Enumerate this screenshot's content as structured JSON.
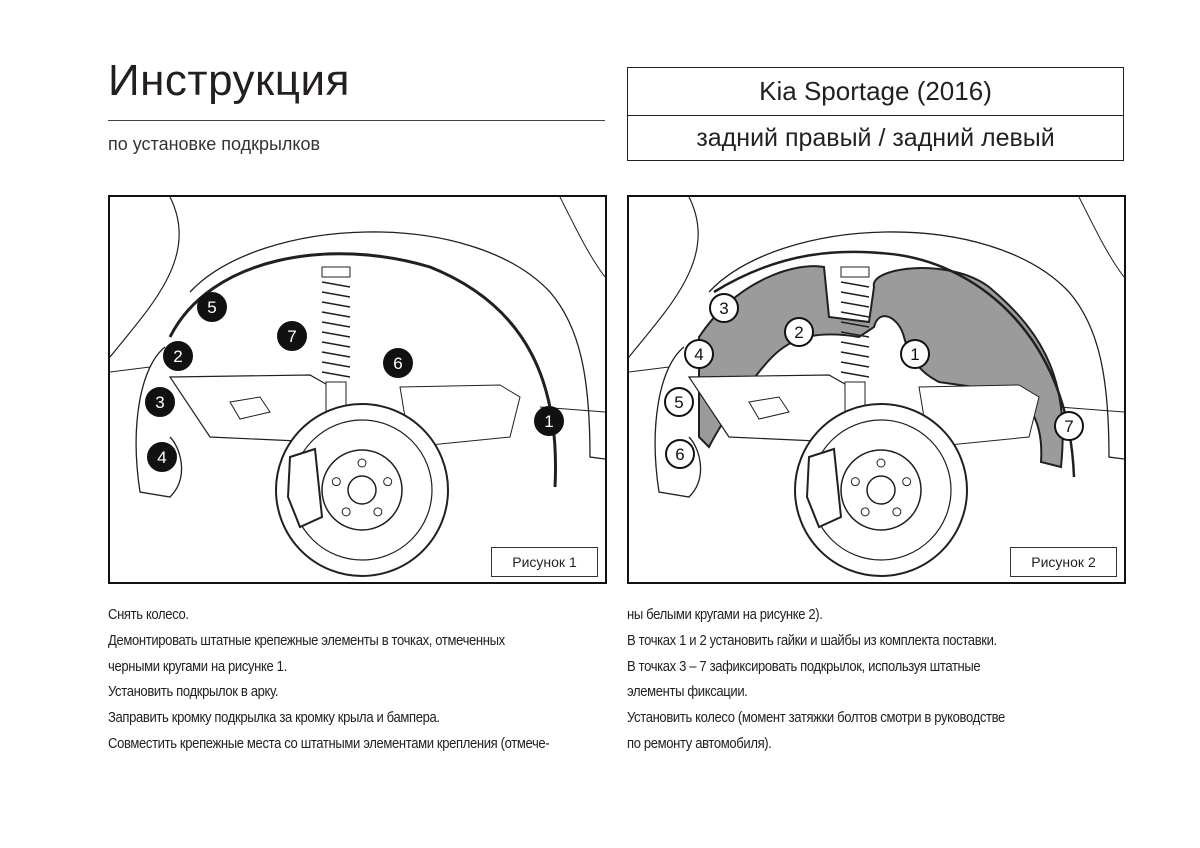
{
  "header": {
    "title": "Инструкция",
    "subtitle": "по установке подкрылков"
  },
  "model": {
    "name": "Kia Sportage (2016)",
    "position": "задний правый / задний левый"
  },
  "figures": [
    {
      "caption": "Рисунок 1",
      "markers": [
        "1",
        "2",
        "3",
        "4",
        "5",
        "6",
        "7"
      ],
      "marker_style": "black"
    },
    {
      "caption": "Рисунок 2",
      "markers": [
        "1",
        "2",
        "3",
        "4",
        "5",
        "6",
        "7"
      ],
      "marker_style": "white"
    }
  ],
  "instructions": {
    "left": [
      "Снять колесо.",
      "Демонтировать штатные крепежные элементы в точках, отмеченных",
      "черными кругами на рисунке 1.",
      "Установить подкрылок в арку.",
      "Заправить кромку подкрылка за кромку крыла и бампера.",
      "Совместить крепежные места со штатными элементами крепления (отмече-"
    ],
    "right": [
      "ны белыми кругами на рисунке 2).",
      "В точках 1 и 2 установить гайки и шайбы из комплекта поставки.",
      "В точках 3 – 7 зафиксировать подкрылок, используя штатные",
      "элементы фиксации.",
      "Установить колесо (момент затяжки болтов смотри в руководстве",
      "по ремонту автомобиля)."
    ]
  },
  "colors": {
    "liner": "#9b9b9b",
    "ink": "#231f20"
  }
}
